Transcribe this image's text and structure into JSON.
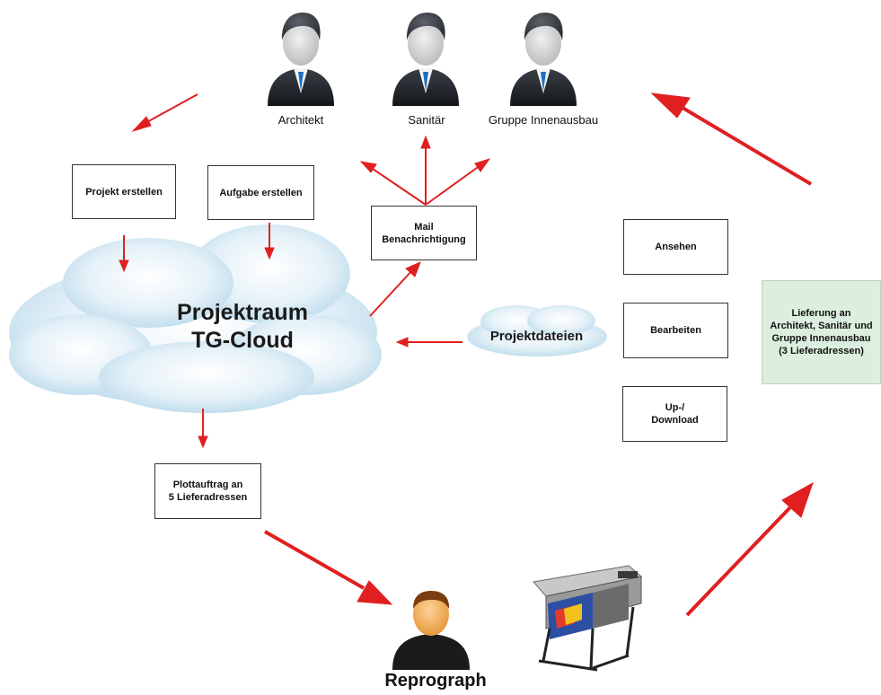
{
  "people": [
    {
      "label": "Architekt"
    },
    {
      "label": "Sanitär"
    },
    {
      "label": "Gruppe Innenausbau"
    }
  ],
  "boxes": {
    "projekt_erstellen": "Projekt erstellen",
    "aufgabe_erstellen": "Aufgabe erstellen",
    "mail": "Mail\nBenachrichtigung",
    "ansehen": "Ansehen",
    "bearbeiten": "Bearbeiten",
    "download": "Up-/\nDownload",
    "plottauftrag": "Plottauftrag an\n5 Lieferadressen",
    "lieferung": "Lieferung an\nArchitekt, Sanitär und\nGruppe Innenausbau\n(3 Lieferadressen)"
  },
  "clouds": {
    "main": "Projektraum\nTG-Cloud",
    "files": "Projektdateien"
  },
  "reprograph": {
    "label": "Reprograph"
  },
  "colors": {
    "arrow": "#e02020",
    "cloud": "#cfe6f2",
    "suit": "#23262d",
    "tie": "#1d6fc2",
    "box_green": "#dcefdf"
  }
}
